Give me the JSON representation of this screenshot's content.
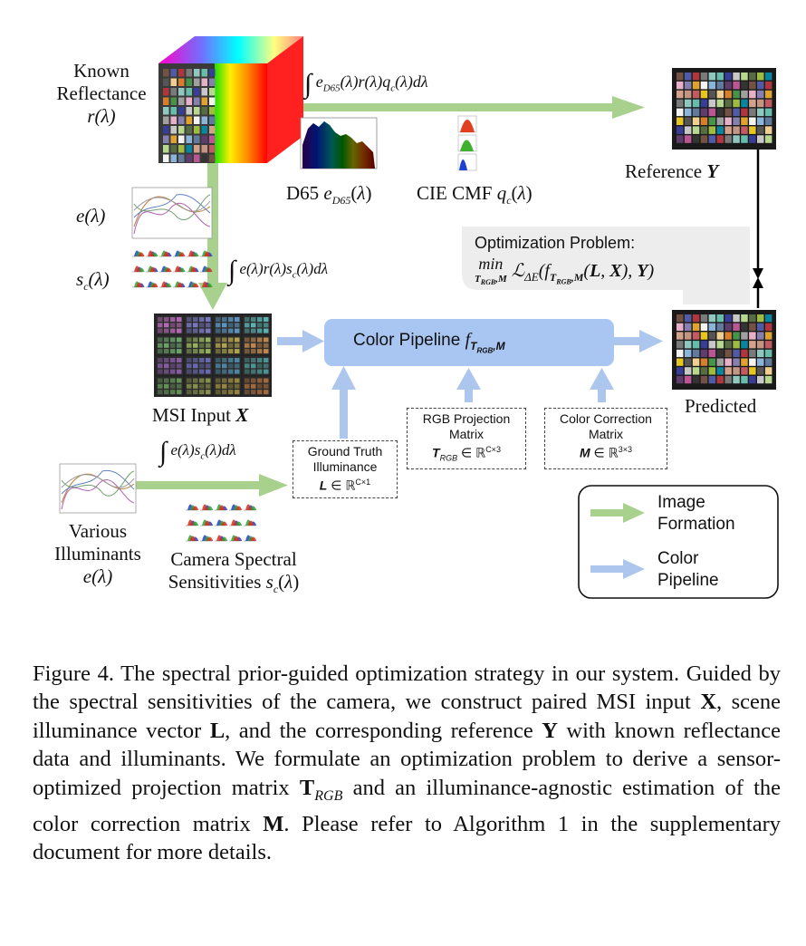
{
  "labels": {
    "known_reflectance": [
      "Known",
      "Reflectance",
      "r(λ)"
    ],
    "reference": "Reference Y",
    "d65": "D65 e_D65(λ)",
    "cie_cmf": "CIE CMF q_c(λ)",
    "e_lambda": "e(λ)",
    "sc_lambda": "s_c(λ)",
    "msi_input": "MSI Input X",
    "predicted": "Predicted",
    "various_illuminants": [
      "Various",
      "Illuminants",
      "e(λ)"
    ],
    "camera_ss": [
      "Camera Spectral",
      "Sensitivities s_c(λ)"
    ]
  },
  "equations": {
    "reference_integral": "∫ e_D65(λ) r(λ) q_c(λ) dλ",
    "msi_integral": "∫ e(λ) r(λ) s_c(λ) dλ",
    "illum_integral": "∫ e(λ) s_c(λ) dλ"
  },
  "optimization": {
    "title": "Optimization Problem:",
    "formula": "min_{T_RGB, M} L_ΔE(f_{T_RGB, M}(L, X), Y)"
  },
  "pipeline": {
    "label": "Color Pipeline f_{T_RGB, M}"
  },
  "boxes": {
    "gt_illuminance": [
      "Ground Truth",
      "Illuminance",
      "L ∈ ℝ^{C×1}"
    ],
    "rgb_projection": [
      "RGB Projection",
      "Matrix",
      "T_RGB ∈ ℝ^{C×3}"
    ],
    "color_correction": [
      "Color Correction",
      "Matrix",
      "M ∈ ℝ^{3×3}"
    ]
  },
  "legend": {
    "image_formation": [
      "Image",
      "Formation"
    ],
    "color_pipeline": [
      "Color",
      "Pipeline"
    ]
  },
  "colors": {
    "green_arrow": "#a9d18e",
    "blue_arrow": "#adc6ee",
    "pipeline_fill": "#a9c6f3",
    "opt_fill": "#ededed"
  },
  "caption": "Figure 4. The spectral prior-guided optimization strategy in our system. Guided by the spectral sensitivities of the camera, we construct paired MSI input X, scene illuminance vector L, and the corresponding reference Y with known reflectance data and illuminants. We formulate an optimization problem to derive a sensor-optimized projection matrix T_RGB and an illuminance-agnostic estimation of the color correction matrix M. Please refer to Algorithm 1 in the supplementary document for more details."
}
